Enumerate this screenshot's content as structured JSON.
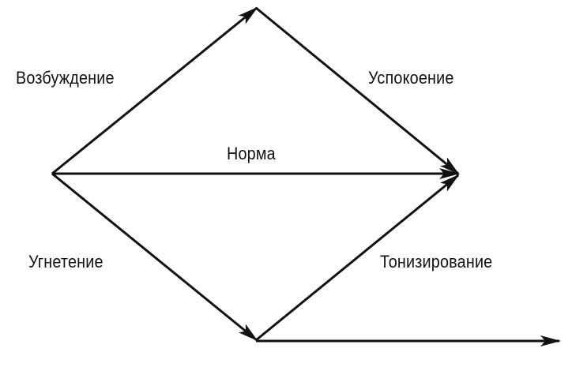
{
  "labels": {
    "excitation": "Возбуждение",
    "calming": "Успокоение",
    "norm": "Норма",
    "depression": "Угнетение",
    "toning": "Тонизирование"
  },
  "colors": {
    "line": "#111111",
    "background": "#ffffff",
    "text": "#111111"
  }
}
